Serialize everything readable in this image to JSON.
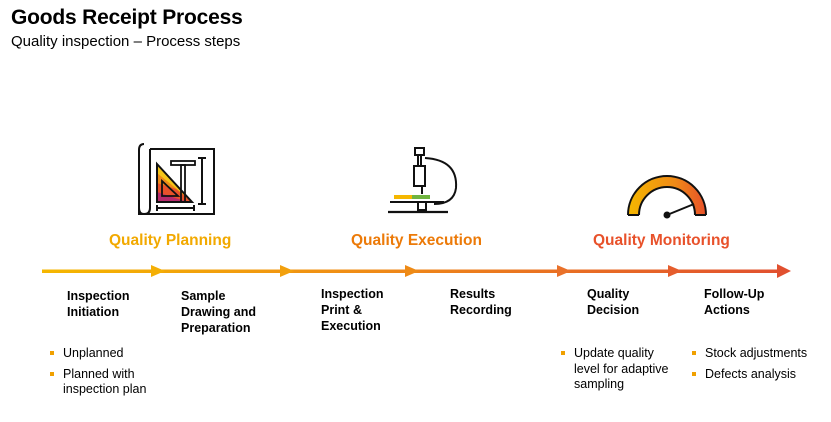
{
  "header": {
    "title": "Goods Receipt Process",
    "subtitle": "Quality inspection – Process steps"
  },
  "phases": [
    {
      "label": "Quality Planning",
      "color": "#f2a900",
      "icon": "blueprint-icon"
    },
    {
      "label": "Quality Execution",
      "color": "#ec7a08",
      "icon": "microscope-icon"
    },
    {
      "label": "Quality Monitoring",
      "color": "#e8512a",
      "icon": "gauge-icon"
    }
  ],
  "steps": [
    {
      "label": "Inspection Initiation",
      "bullets": [
        "Unplanned",
        "Planned with inspection plan"
      ]
    },
    {
      "label": "Sample Drawing and Preparation",
      "bullets": []
    },
    {
      "label": "Inspection Print & Execution",
      "bullets": []
    },
    {
      "label": "Results Recording",
      "bullets": []
    },
    {
      "label": "Quality Decision",
      "bullets": [
        "Update quality level for adaptive sampling"
      ]
    },
    {
      "label": "Follow-Up Actions",
      "bullets": [
        "Stock adjustments",
        "Defects analysis"
      ]
    }
  ],
  "colors": {
    "gradient_start": "#f5b700",
    "gradient_mid": "#ef8a17",
    "gradient_end": "#e1502f",
    "bullet": "#f0a000"
  }
}
